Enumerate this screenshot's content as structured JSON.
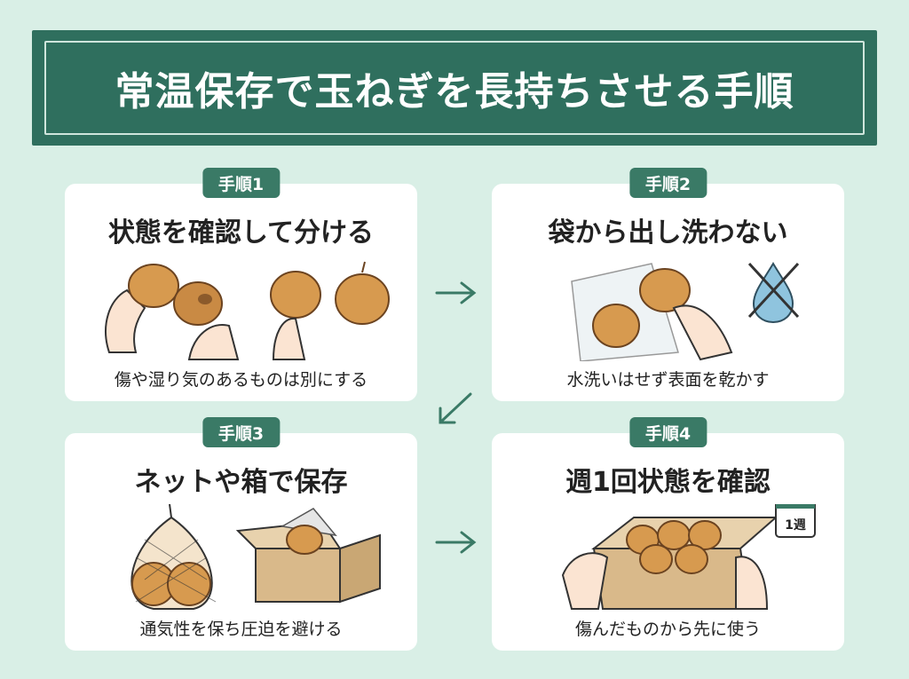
{
  "header": {
    "title": "常温保存で玉ねぎを長持ちさせる手順"
  },
  "steps": [
    {
      "badge": "手順1",
      "title": "状態を確認して分ける",
      "caption": "傷や湿り気のあるものは別にする"
    },
    {
      "badge": "手順2",
      "title": "袋から出し洗わない",
      "caption": "水洗いはせず表面を乾かす"
    },
    {
      "badge": "手順3",
      "title": "ネットや箱で保存",
      "caption": "通気性を保ち圧迫を避ける"
    },
    {
      "badge": "手順4",
      "title": "週1回状態を確認",
      "caption": "傷んだものから先に使う"
    }
  ],
  "calendar_label": "1週",
  "colors": {
    "background": "#d9efe6",
    "banner": "#2f6f5e",
    "badge": "#3a7a66",
    "arrow": "#3a7a66",
    "onion": "#d79a4f"
  }
}
